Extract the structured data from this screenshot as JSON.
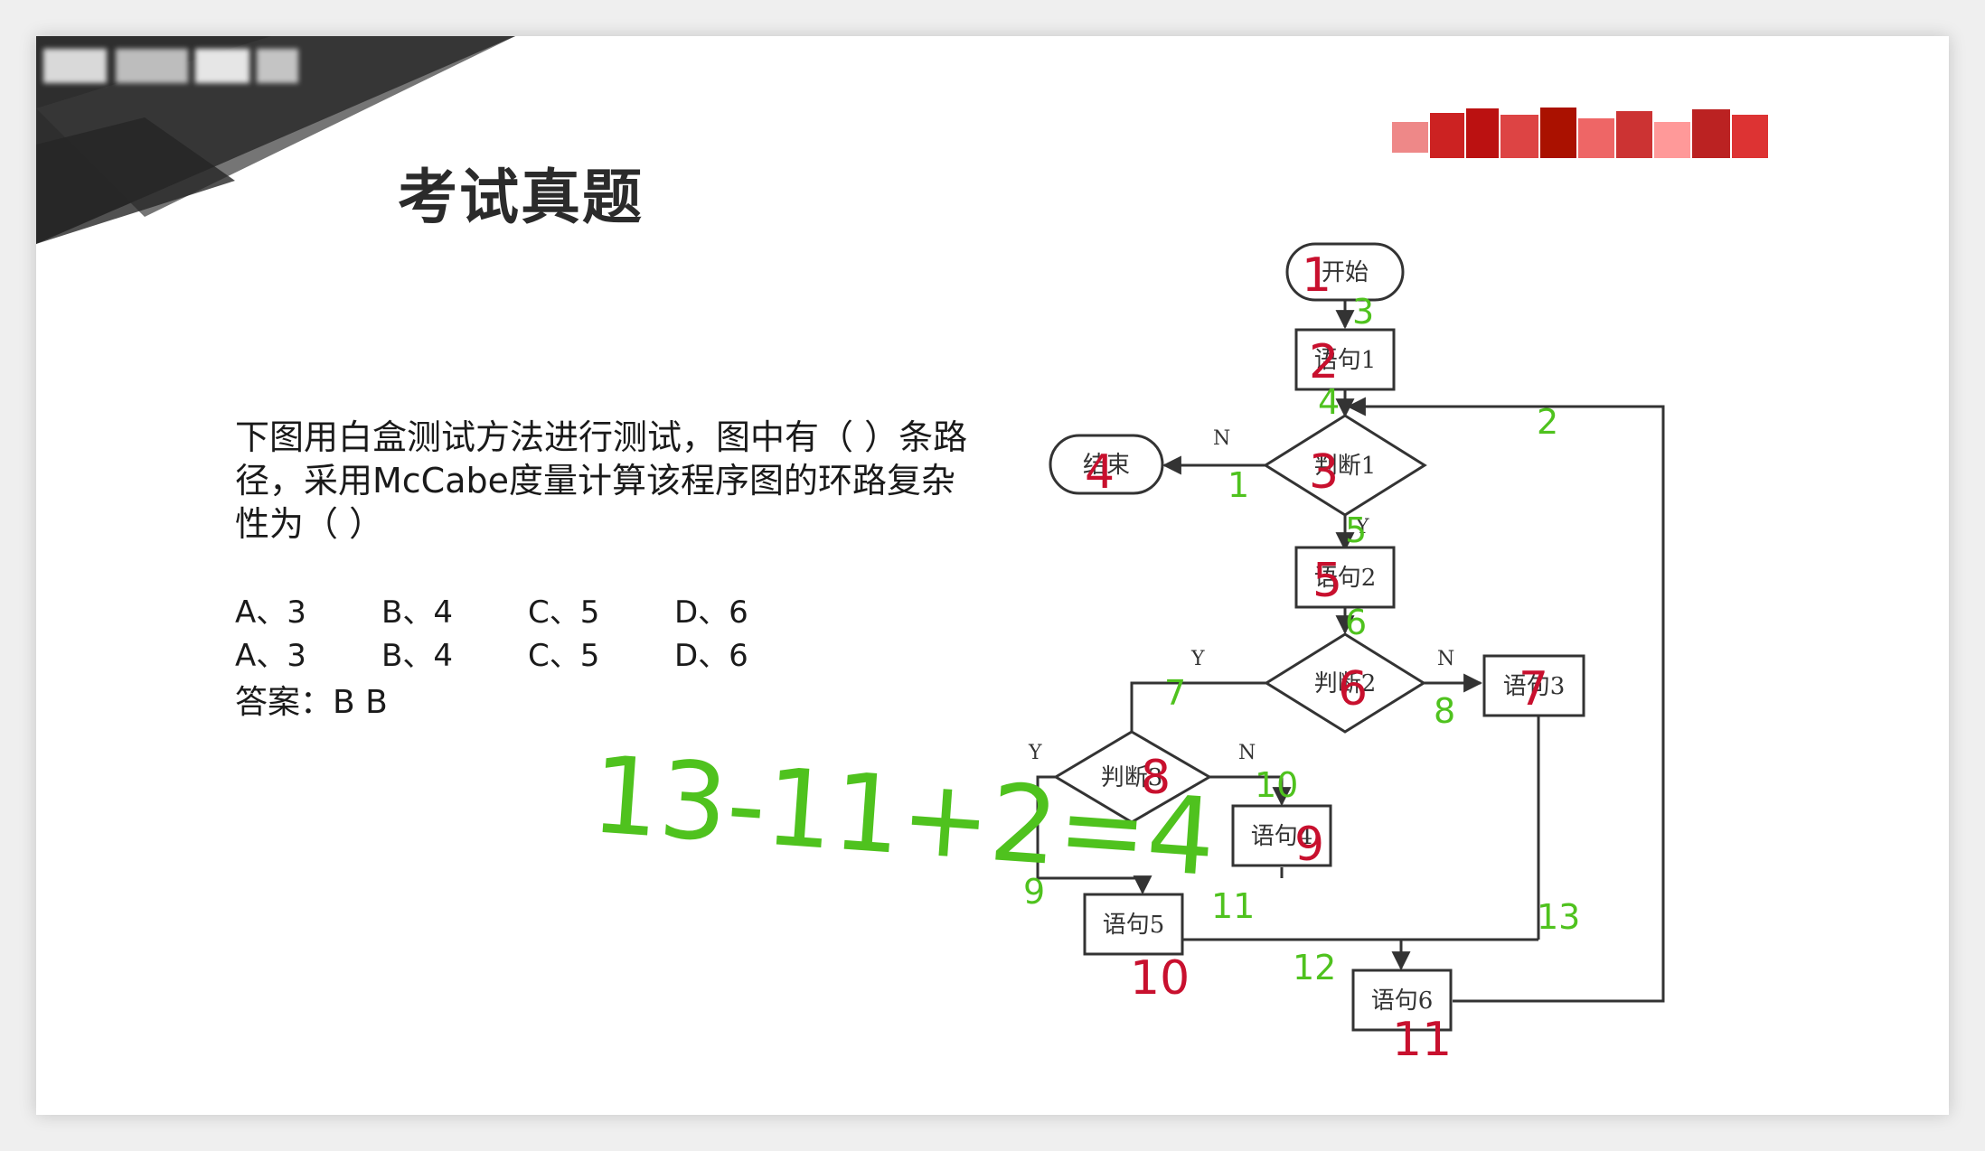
{
  "slide": {
    "title": "考试真题",
    "question": "下图用白盒测试方法进行测试，图中有（ ）条路径，采用McCabe度量计算该程序图的环路复杂性为（ ）",
    "options_row1": [
      "A、3",
      "B、4",
      "C、5",
      "D、6"
    ],
    "options_row2": [
      "A、3",
      "B、4",
      "C、5",
      "D、6"
    ],
    "answer": "答案：B B"
  },
  "flowchart": {
    "nodes": {
      "start": "开始",
      "s1": "语句1",
      "j1": "判断1",
      "end": "结束",
      "s2": "语句2",
      "j2": "判断2",
      "s3": "语句3",
      "j3": "判断3",
      "s4": "语句4",
      "s5": "语句5",
      "s6": "语句6"
    },
    "branch_labels": {
      "j1_no": "N",
      "j1_yes": "Y",
      "j2_yes": "Y",
      "j2_no": "N",
      "j3_yes": "Y",
      "j3_no": "N"
    }
  },
  "annotations": {
    "formula": "13-11+2=4",
    "node_numbers": [
      "1",
      "2",
      "3",
      "4",
      "5",
      "6",
      "7",
      "8",
      "9",
      "10",
      "11"
    ],
    "edge_numbers": [
      "1",
      "2",
      "3",
      "4",
      "5",
      "6",
      "7",
      "8",
      "9",
      "10",
      "11",
      "12",
      "13"
    ],
    "red_color": "#c8102e",
    "green_color": "#4fc21e"
  }
}
